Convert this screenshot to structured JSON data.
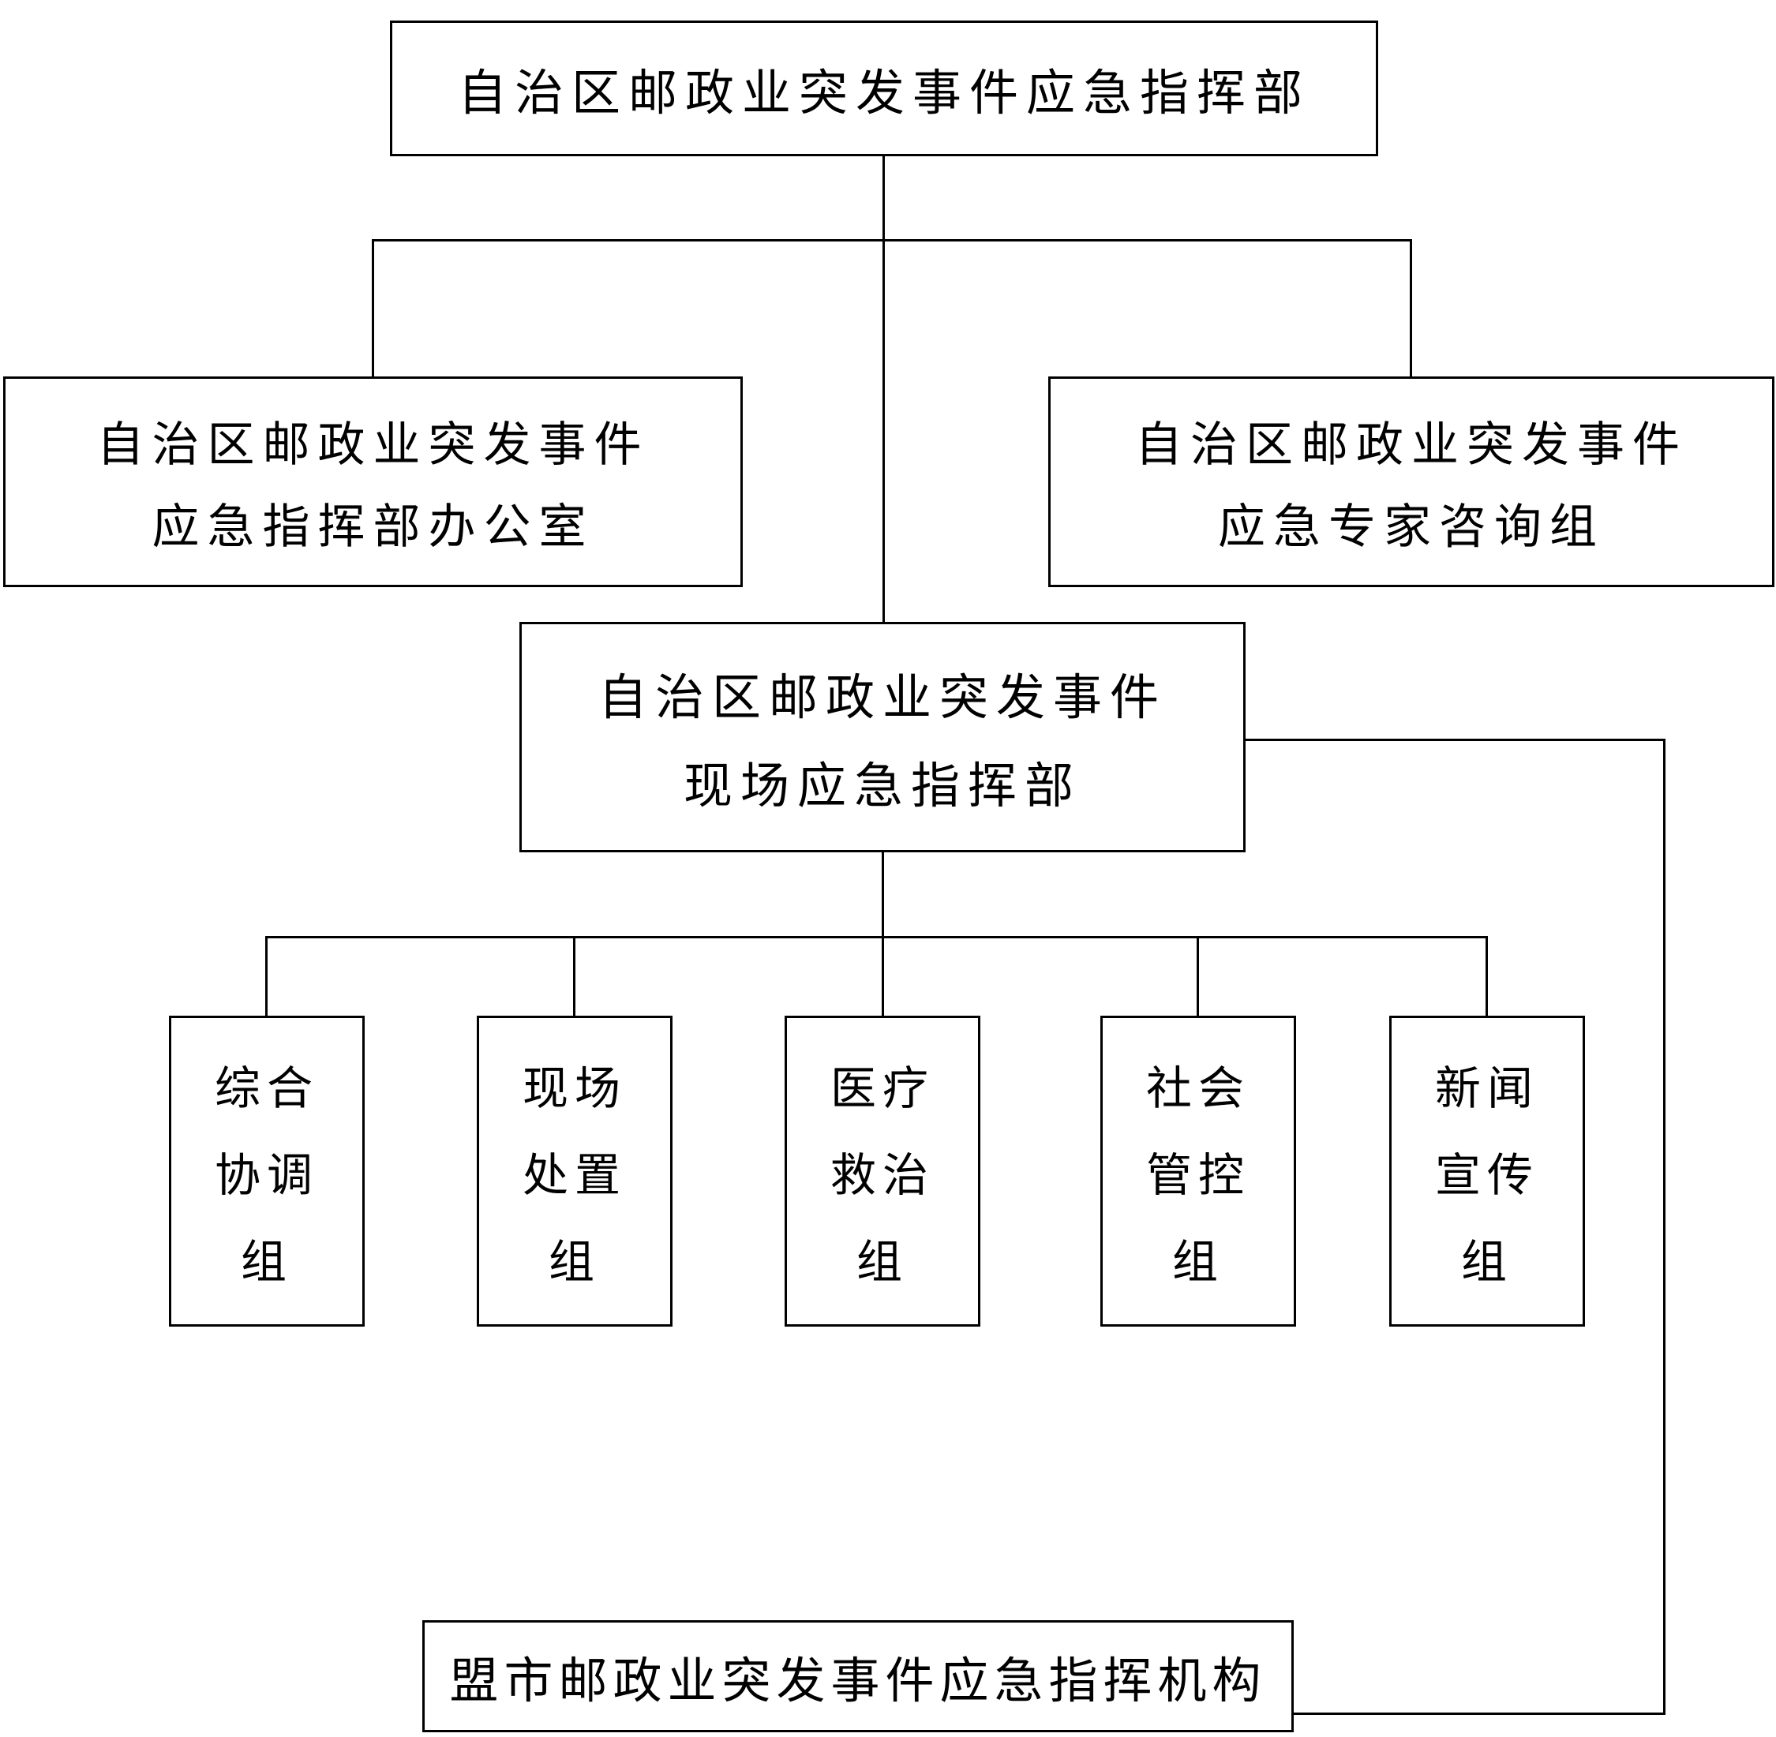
{
  "colors": {
    "background": "#ffffff",
    "line": "#000000",
    "text": "#000000"
  },
  "diagram": {
    "type": "org-chart",
    "nodes": {
      "top": {
        "label": "自治区邮政业突发事件应急指挥部"
      },
      "office": {
        "line1": "自治区邮政业突发事件",
        "line2": "应急指挥部办公室"
      },
      "experts": {
        "line1": "自治区邮政业突发事件",
        "line2": "应急专家咨询组"
      },
      "onsite": {
        "line1": "自治区邮政业突发事件",
        "line2": "现场应急指挥部"
      },
      "groups": [
        {
          "lines": [
            "综合",
            "协调",
            "组"
          ]
        },
        {
          "lines": [
            "现场",
            "处置",
            "组"
          ]
        },
        {
          "lines": [
            "医疗",
            "救治",
            "组"
          ]
        },
        {
          "lines": [
            "社会",
            "管控",
            "组"
          ]
        },
        {
          "lines": [
            "新闻",
            "宣传",
            "组"
          ]
        }
      ],
      "bottom": {
        "label": "盟市邮政业突发事件应急指挥机构"
      }
    },
    "edges": [
      {
        "from": "top",
        "to": "office"
      },
      {
        "from": "top",
        "to": "experts"
      },
      {
        "from": "top",
        "to": "onsite"
      },
      {
        "from": "onsite",
        "to": "groups.0"
      },
      {
        "from": "onsite",
        "to": "groups.1"
      },
      {
        "from": "onsite",
        "to": "groups.2"
      },
      {
        "from": "onsite",
        "to": "groups.3"
      },
      {
        "from": "onsite",
        "to": "groups.4"
      },
      {
        "from": "onsite",
        "to": "bottom"
      }
    ]
  }
}
